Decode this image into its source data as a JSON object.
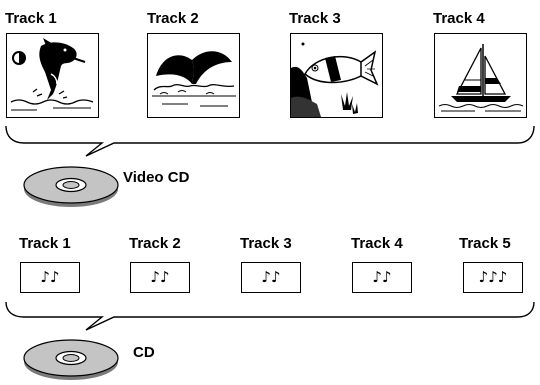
{
  "video_cd": {
    "tracks": [
      {
        "label": "Track 1",
        "image": "dolphin-jumping"
      },
      {
        "label": "Track 2",
        "image": "whale-tail"
      },
      {
        "label": "Track 3",
        "image": "fish-underwater"
      },
      {
        "label": "Track 4",
        "image": "sailboat"
      }
    ],
    "disc_label": "Video CD"
  },
  "audio_cd": {
    "tracks": [
      {
        "label": "Track 1",
        "notes": "♪♪"
      },
      {
        "label": "Track 2",
        "notes": "♪♪"
      },
      {
        "label": "Track 3",
        "notes": "♪♪"
      },
      {
        "label": "Track 4",
        "notes": "♪♪"
      },
      {
        "label": "Track 5",
        "notes": "♪♪♪"
      }
    ],
    "disc_label": "CD"
  }
}
